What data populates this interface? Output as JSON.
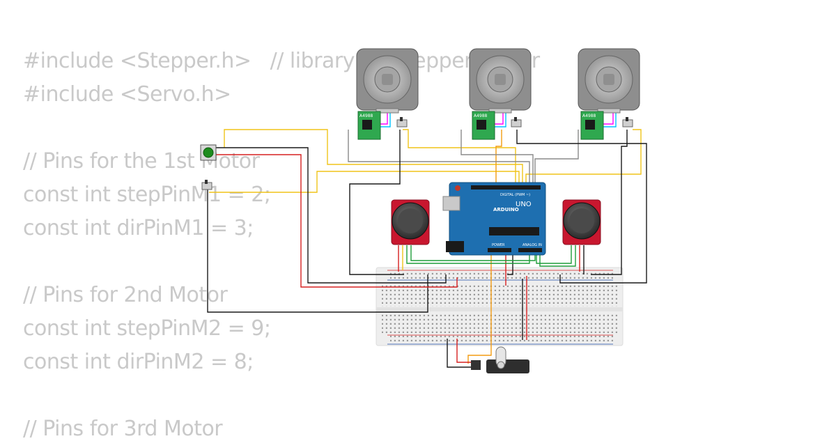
{
  "code_lines": [
    "#include <Stepper.h>   // library for stepper motor",
    "#include <Servo.h>",
    "",
    "// Pins for the 1st Motor",
    "const int stepPinM1 = 2;",
    "const int dirPinM1 = 3;",
    "",
    "// Pins for 2nd Motor",
    "const int stepPinM2 = 9;",
    "const int dirPinM2 = 8;",
    "",
    "// Pins for 3rd Motor"
  ],
  "driver_label": "A4988",
  "arduino": {
    "brand": "ARDUINO",
    "model": "UNO",
    "digital_label": "DIGITAL (PWM ~)",
    "power_label": "POWER",
    "analog_label": "ANALOG IN"
  },
  "colors": {
    "wire_black": "#1a1a1a",
    "wire_red": "#d62020",
    "wire_yellow": "#f0c419",
    "wire_orange": "#f39c12",
    "wire_green": "#1f9d3a",
    "wire_gray": "#8a8a8a",
    "arduino_blue": "#1e6fb0",
    "driver_green": "#2fa84f",
    "joystick_red": "#c8172f",
    "button_green": "#1e8c1e"
  },
  "icons": [
    "stepper-motor-icon",
    "driver-board-icon",
    "slide-switch-icon",
    "push-button-icon",
    "joystick-icon",
    "servo-icon",
    "breadboard-icon",
    "arduino-icon"
  ]
}
